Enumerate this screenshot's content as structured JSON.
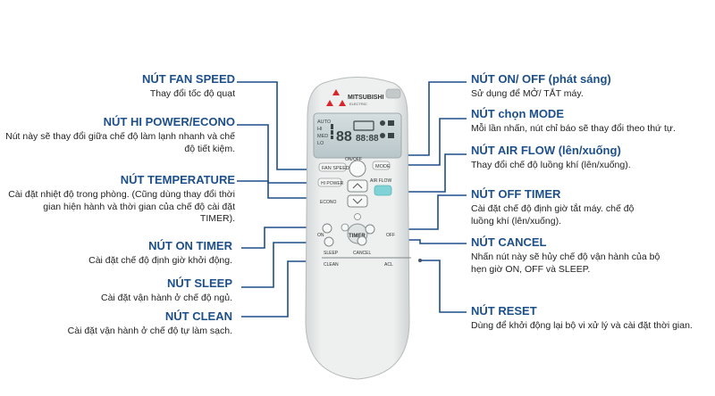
{
  "colors": {
    "title": "#1d4f8b",
    "line": "#1d4f8b",
    "remote_body": "#e9ecec",
    "screen": "#c9d4d6",
    "accent_button": "#7fd3d6"
  },
  "remote": {
    "brand": "MITSUBISHI",
    "subbrand": "ELECTRIC",
    "fan_labels": [
      "AUTO",
      "HI",
      "MED",
      "LO"
    ],
    "screen_digits": "88",
    "labels": {
      "fan_speed": "FAN SPEED",
      "on_off": "ON/OFF",
      "mode": "MODE",
      "hi_power": "HI POWER",
      "econo": "ECONO",
      "air_flow": "AIR FLOW",
      "on": "ON",
      "off": "OFF",
      "timer": "TIMER",
      "sleep": "SLEEP",
      "cancel": "CANCEL",
      "clean": "CLEAN",
      "acl": "ACL"
    }
  },
  "callouts": {
    "fan_speed": {
      "title": "NÚT FAN SPEED",
      "desc": "Thay đổi tốc độ quạt"
    },
    "hi_power": {
      "title": "NÚT HI POWER/ECONO",
      "desc": "Nút này sẽ thay đổi giữa chế độ làm lạnh nhanh và chế độ tiết kiệm."
    },
    "temperature": {
      "title": "NÚT TEMPERATURE",
      "desc": "Cài đặt nhiệt độ trong phòng. (Cũng dùng thay đổi thời gian hiện hành và thời gian của chế độ cài đặt TIMER)."
    },
    "on_timer": {
      "title": "NÚT ON TIMER",
      "desc": "Cài đặt chế độ định giờ khởi động."
    },
    "sleep": {
      "title": "NÚT SLEEP",
      "desc": "Cài đặt vận hành ở chế độ ngủ."
    },
    "clean": {
      "title": "NÚT CLEAN",
      "desc": "Cài đặt vận hành ở chế độ tự làm sạch."
    },
    "on_off": {
      "title": "NÚT ON/ OFF (phát sáng)",
      "desc": "Sử dụng để MỞ/ TẮT máy."
    },
    "mode": {
      "title": "NÚT chọn MODE",
      "desc": "Mỗi lần nhấn, nút chỉ báo sẽ thay đổi theo thứ tự."
    },
    "air_flow": {
      "title": "NÚT AIR FLOW (lên/xuống)",
      "desc": "Thay đổi chế độ luồng khí (lên/xuống)."
    },
    "off_timer": {
      "title": "NÚT OFF TIMER",
      "desc": "Cài đặt chế độ định giờ tắt máy. chế độ luồng khí (lên/xuống)."
    },
    "cancel": {
      "title": "NÚT CANCEL",
      "desc": "Nhấn nút này sẽ hủy chế độ vận hành của bộ hẹn giờ ON, OFF và SLEEP."
    },
    "reset": {
      "title": "NÚT RESET",
      "desc": "Dùng để khởi động lại bộ vi xử lý và cài đặt thời gian."
    }
  }
}
